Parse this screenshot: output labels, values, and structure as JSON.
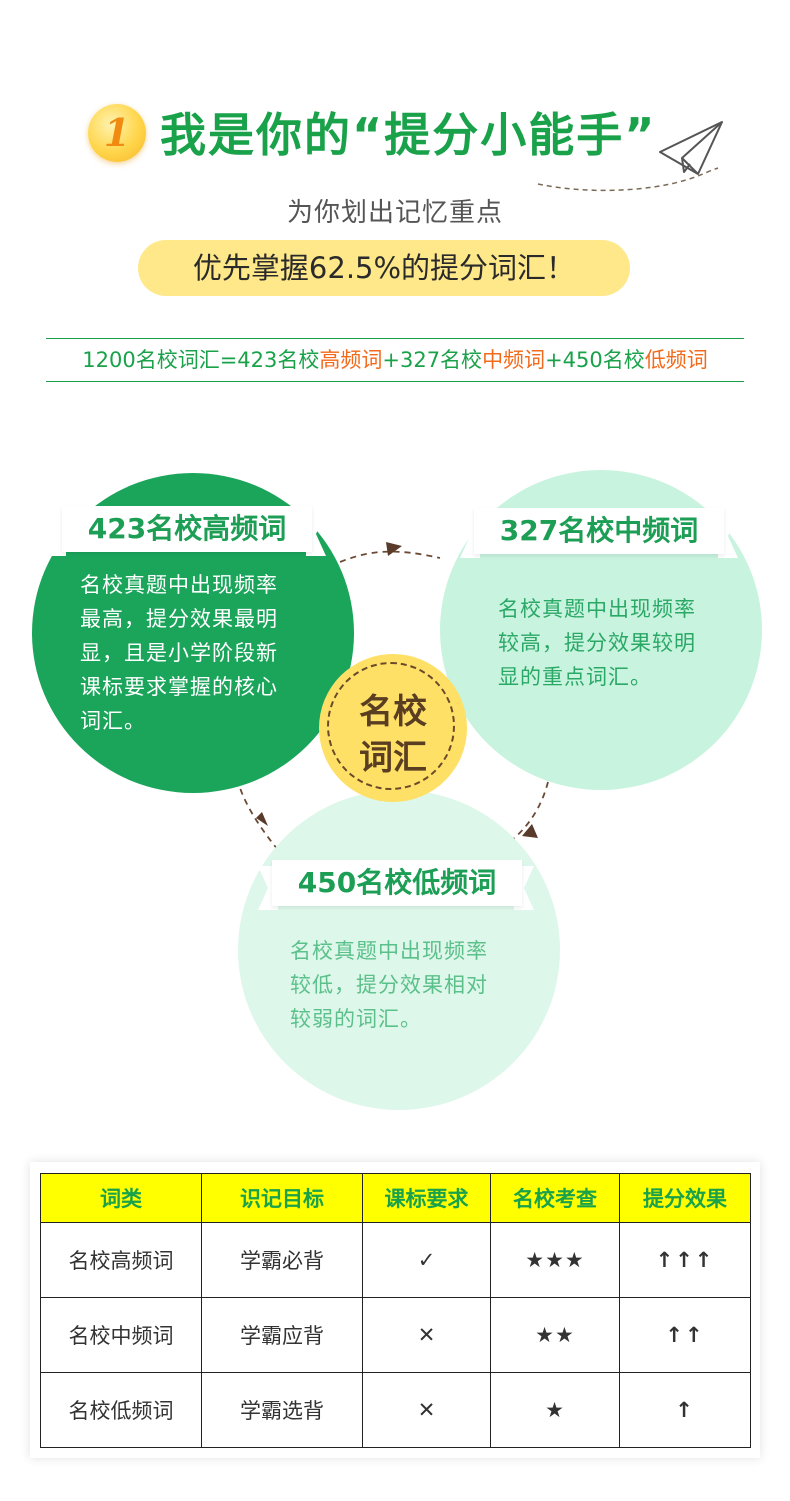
{
  "header": {
    "badge_number": "1",
    "title": "我是你的“提分小能手”",
    "subtitle": "为你划出记忆重点",
    "highlight": "优先掌握62.5%的提分词汇！"
  },
  "formula": {
    "part1": "1200名校词汇=423名校",
    "high": "高频词",
    "part2": "+327名校",
    "mid": "中频词",
    "part3": "+450名校",
    "low": "低频词"
  },
  "circles": {
    "high": {
      "title": "423名校高频词",
      "lines": [
        "名校真题中出现频率",
        "最高，提分效果最明",
        "显，且是小学阶段新",
        "课标要求掌握的核心",
        "词汇。"
      ]
    },
    "mid": {
      "title": "327名校中频词",
      "lines": [
        "名校真题中出现频率",
        "较高，提分效果较明",
        "显的重点词汇。"
      ]
    },
    "low": {
      "title": "450名校低频词",
      "lines": [
        "名校真题中出现频率",
        "较低，提分效果相对",
        "较弱的词汇。"
      ]
    },
    "center": [
      "名校",
      "词汇"
    ]
  },
  "table": {
    "headers": [
      "词类",
      "识记目标",
      "课标要求",
      "名校考查",
      "提分效果"
    ],
    "rows": [
      [
        "名校高频词",
        "学霸必背",
        "✓",
        "★★★",
        "↑↑↑"
      ],
      [
        "名校中频词",
        "学霸应背",
        "✕",
        "★★",
        "↑↑"
      ],
      [
        "名校低频词",
        "学霸选背",
        "✕",
        "★",
        "↑"
      ]
    ]
  },
  "colors": {
    "green": "#1aa24a",
    "orange": "#f26a1b",
    "yellow": "#ffff00",
    "pill": "#ffe88a",
    "red": "#e60000"
  }
}
